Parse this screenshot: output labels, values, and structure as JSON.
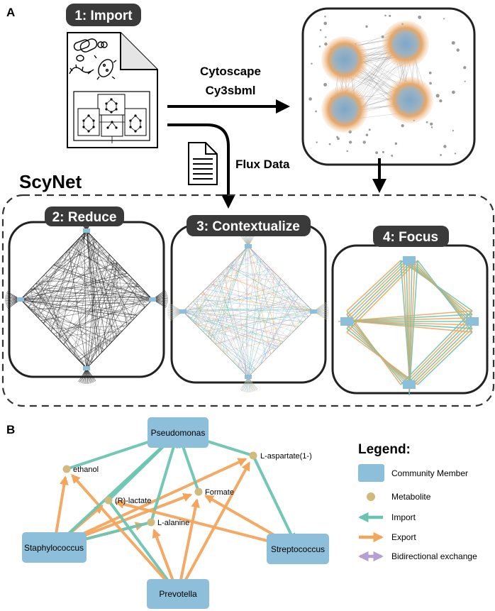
{
  "panel_a": {
    "letter": "A",
    "steps": {
      "import": "1: Import",
      "reduce": "2: Reduce",
      "contextualize": "3: Contextualize",
      "focus": "4: Focus"
    },
    "arrow_labels": {
      "tool_line1": "Cytoscape",
      "tool_line2": "Cy3sbml",
      "flux": "Flux Data"
    },
    "scynet_title": "ScyNet"
  },
  "panel_b": {
    "letter": "B",
    "members": [
      "Pseudomonas",
      "Staphylococcus",
      "Streptococcus",
      "Prevotella"
    ],
    "metabolites": [
      "ethanol",
      "L-aspartate(1-)",
      "(R)-lactate",
      "Formate",
      "L-alanine"
    ],
    "legend": {
      "title": "Legend:",
      "community_member": "Community Member",
      "metabolite": "Metabolite",
      "import": "Import",
      "export": "Export",
      "bidirectional": "Bidirectional exchange"
    }
  },
  "colors": {
    "member": "#8dbfda",
    "metabolite": "#d2b97c",
    "import": "#6bc4b1",
    "export": "#f3a55c",
    "bidirectional": "#b79fcf",
    "header": "#3a3a3a",
    "orange_cluster": "#e8a869",
    "blue_cluster": "#7fa7c6"
  }
}
